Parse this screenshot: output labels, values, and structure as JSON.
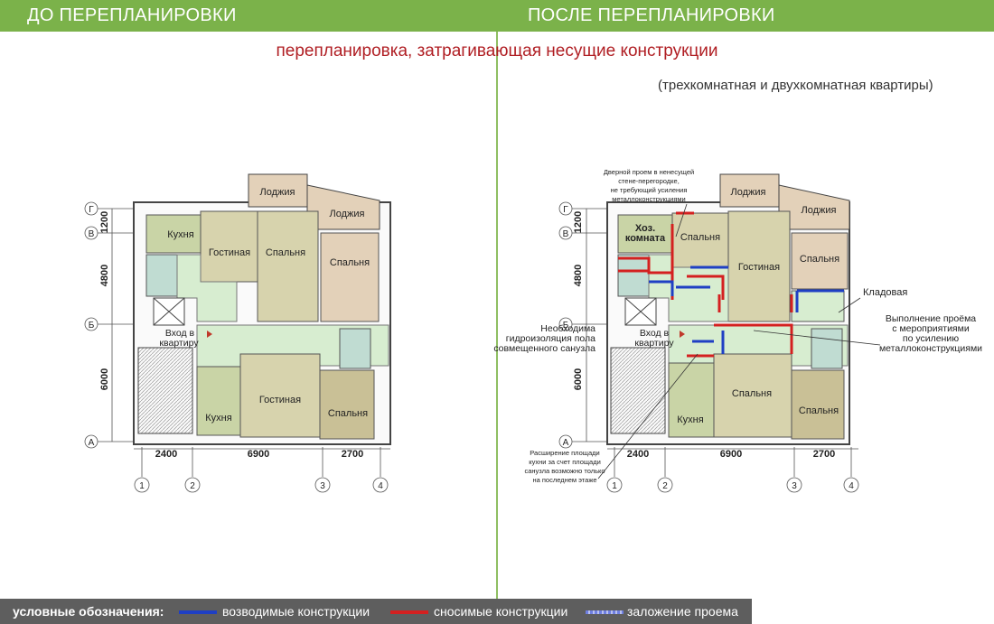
{
  "header": {
    "left_title": "ДО ПЕРЕПЛАНИРОВКИ",
    "right_title": "ПОСЛЕ ПЕРЕПЛАНИРОВКИ"
  },
  "subtitle": "перепланировка, затрагивающая несущие конструкции",
  "note": "(трехкомнатная и двухкомнатная квартиры)",
  "axes": {
    "rows": [
      "Г",
      "В",
      "Б",
      "А"
    ],
    "cols": [
      "1",
      "2",
      "3",
      "4"
    ],
    "vdims": [
      "1200",
      "4800",
      "6000"
    ],
    "hdims": [
      "2400",
      "6900",
      "2700"
    ]
  },
  "before": {
    "rooms": {
      "loggia1": "Лоджия",
      "loggia2": "Лоджия",
      "kitchen1": "Кухня",
      "living1": "Гостиная",
      "bedroom1": "Спальня",
      "bedroom2": "Спальня",
      "kitchen2": "Кухня",
      "living2": "Гостиная",
      "bedroom3": "Спальня"
    },
    "entrance": "Вход в квартиру"
  },
  "after": {
    "rooms": {
      "loggia1": "Лоджия",
      "loggia2": "Лоджия",
      "storage_line1": "Хоз.",
      "storage_line2": "комната",
      "bedroom1": "Спальня",
      "living": "Гостиная",
      "bedroom2": "Спальня",
      "bedroom3": "Спальня",
      "kitchen": "Кухня",
      "bedroom4": "Спальня"
    },
    "entrance": "Вход в квартиру",
    "annotations": {
      "door": [
        "Дверной проем в ненесущей",
        "стене-перегородке,",
        "не требующий усиления",
        "металлоконструкциями"
      ],
      "pantry": "Кладовая",
      "waterproof": [
        "Необходима",
        "гидроизоляция пола",
        "совмещенного санузла"
      ],
      "opening": [
        "Выполнение проёма",
        "с мероприятиями",
        "по усилению",
        "металлоконструкциями"
      ],
      "kitchen_ext": [
        "Расширение площади",
        "кухни за счет площади",
        "санузла возможно только",
        "на последнем этаже"
      ]
    }
  },
  "legend": {
    "title": "условные обозначения:",
    "items": [
      {
        "label": "возводимые конструкции",
        "color": "#1f3fc4"
      },
      {
        "label": "сносимые конструкции",
        "color": "#d42020"
      },
      {
        "label": "заложение проема",
        "color": "#6f7fe0"
      }
    ]
  },
  "colors": {
    "header": "#7bb24a",
    "kitchen": "#c9d4a6",
    "living": "#d7d3ad",
    "bedroom": "#ded6b2",
    "loggia": "#e3d1b9",
    "hall": "#d7edd0",
    "bath": "#c0dcd2",
    "wall": "#444444"
  }
}
